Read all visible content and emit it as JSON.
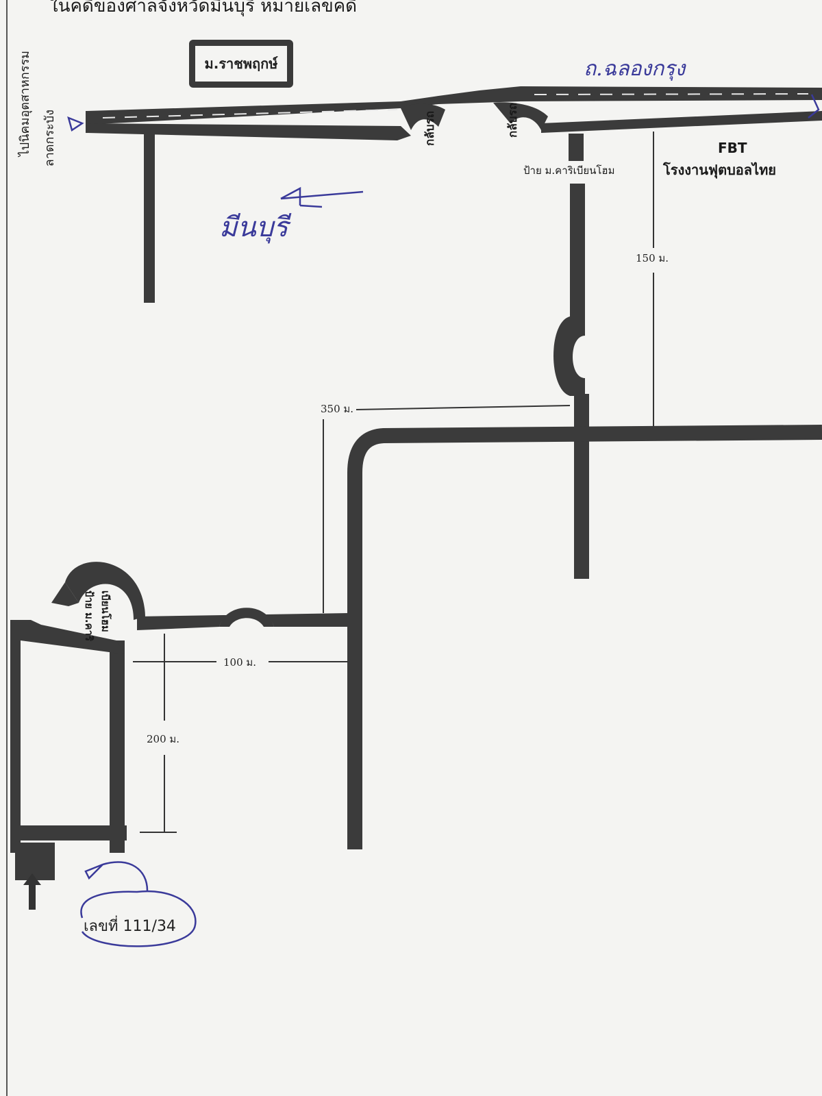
{
  "header": {
    "text": "ในคดีของศาลจังหวัดมีนบุรี หมายเลขคดี"
  },
  "labels": {
    "left_vertical_1": "ไปนิคมอุตสาหกรรม",
    "left_vertical_2": "ลาดกระบัง",
    "village_box": "ม.ราชพฤกษ์",
    "uturn_1": "กลับรถ",
    "uturn_2": "กลับรถ",
    "sign_caribbean_top": "ป้าย ม.คาริเบียนโฮม",
    "fbt": "FBT",
    "fbt_thai": "โรงงานฟุตบอลไทย",
    "sign_caribbean_left_1": "ป้าย ม.คาริ",
    "sign_caribbean_left_2": "เบียนโฮม",
    "address": "เลขที่ 111/34"
  },
  "handwriting": {
    "road_name": "ถ.ฉลองกรุง",
    "north_word": "มีนบุรี"
  },
  "distances": {
    "d150": "150 ม.",
    "d350": "350 ม.",
    "d100": "100 ม.",
    "d200": "200 ม."
  },
  "colors": {
    "road": "#3b3b3b",
    "paper": "#f4f4f2",
    "ink": "#3a3a9a"
  }
}
